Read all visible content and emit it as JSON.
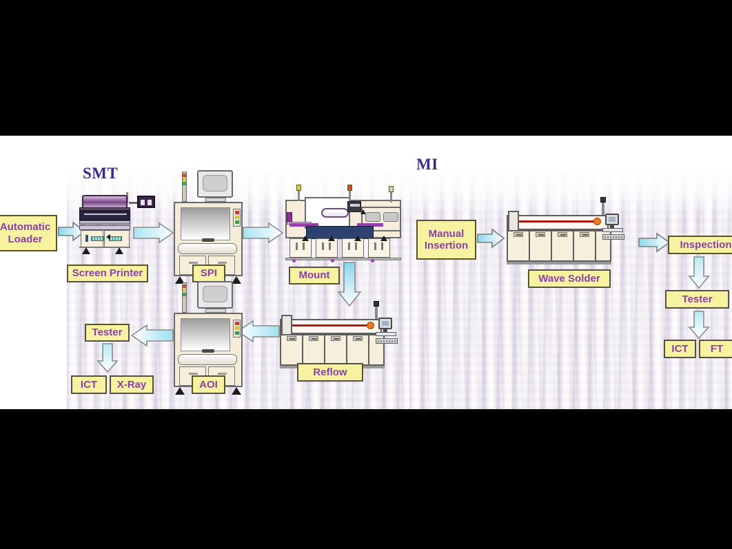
{
  "slide": {
    "background_color": "#ffffff",
    "texture_color": "#f3eff5",
    "label_fill": "#f7f2a0",
    "label_border": "#585235",
    "label_text_color": "#8b3fa8",
    "title_color": "#3b2a8c",
    "arrow_color": "#bdf0f8"
  },
  "sections": [
    {
      "id": "smt",
      "title": "SMT"
    },
    {
      "id": "mi",
      "title": "MI"
    }
  ],
  "smt": {
    "title": "SMT",
    "labels": {
      "automatic_loader": "Automatic\nLoader",
      "automatic_loader_line1": "Automatic",
      "automatic_loader_line2": "Loader",
      "screen_printer": "Screen Printer",
      "spi": "SPI",
      "mount": "Mount",
      "reflow": "Reflow",
      "aoi": "AOI",
      "tester": "Tester",
      "ict": "ICT",
      "xray": "X-Ray"
    },
    "flow": [
      "Automatic Loader",
      "Screen Printer",
      "SPI",
      "Mount",
      "Reflow",
      "AOI",
      "Tester",
      "ICT",
      "X-Ray"
    ]
  },
  "mi": {
    "title": "MI",
    "labels": {
      "manual_insertion_line1": "Manual",
      "manual_insertion_line2": "Insertion",
      "wave_solder": "Wave Solder",
      "inspection": "Inspection",
      "tester": "Tester",
      "ict": "ICT",
      "ft": "FT"
    },
    "flow": [
      "Manual Insertion",
      "Wave Solder",
      "Inspection",
      "Tester",
      "ICT",
      "FT"
    ]
  },
  "machines": {
    "screen_printer": "screen-printer-machine",
    "spi": "spi-inspection-machine",
    "mounter": "pick-and-place-mounter-machine",
    "reflow_oven": "reflow-oven-machine",
    "aoi": "aoi-inspection-machine",
    "wave_solder": "wave-solder-machine"
  }
}
